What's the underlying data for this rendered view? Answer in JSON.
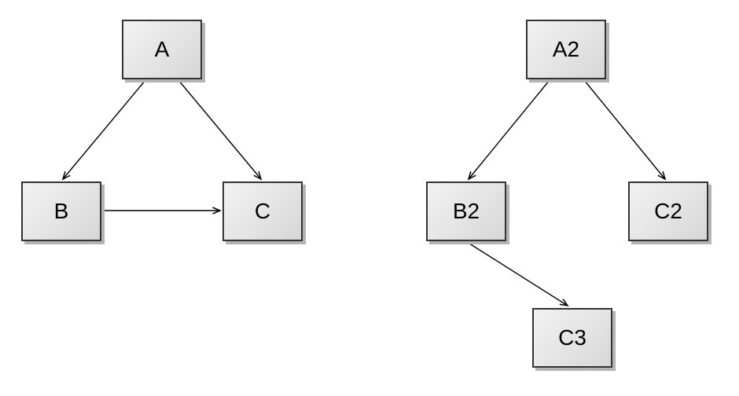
{
  "diagram": {
    "background_color": "#ffffff",
    "node_border_color": "#333333",
    "node_fill_top": "#f2f2f2",
    "node_fill_bottom": "#d6d6d6",
    "node_shadow_color": "#b3b3b3",
    "edge_color": "#000000",
    "graphs": [
      {
        "name": "left-graph",
        "nodes": [
          "A",
          "B",
          "C"
        ],
        "edges": [
          {
            "from": "A",
            "to": "B"
          },
          {
            "from": "A",
            "to": "C"
          },
          {
            "from": "B",
            "to": "C"
          }
        ]
      },
      {
        "name": "right-graph",
        "nodes": [
          "A2",
          "B2",
          "C2",
          "C3"
        ],
        "edges": [
          {
            "from": "A2",
            "to": "B2"
          },
          {
            "from": "A2",
            "to": "C2"
          },
          {
            "from": "B2",
            "to": "C3"
          }
        ]
      }
    ]
  },
  "nodes": {
    "a": "A",
    "b": "B",
    "c": "C",
    "a2": "A2",
    "b2": "B2",
    "c2": "C2",
    "c3": "C3"
  }
}
